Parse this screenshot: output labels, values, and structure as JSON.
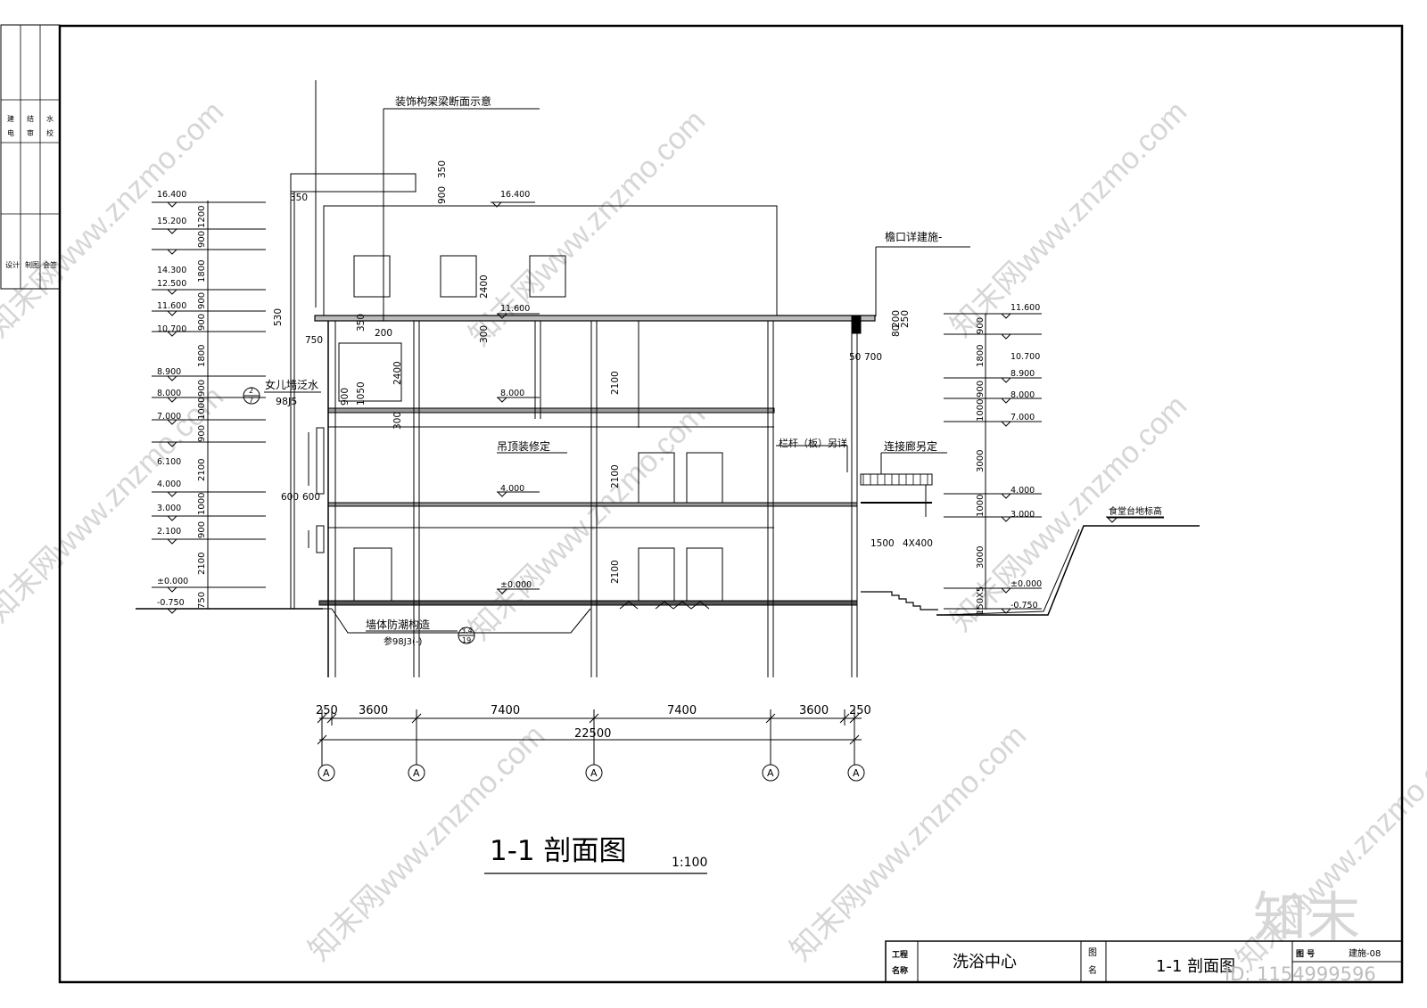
{
  "drawing": {
    "title": "1-1 剖面图",
    "scale": "1:100",
    "callouts": {
      "decor_beam": "装饰构架梁断面示意",
      "eave_detail": "檐口详建施-",
      "parapet": "女儿墙泛水",
      "parapet_ref_top": "2",
      "parapet_ref_bottom": "7",
      "parapet_std": "98J5",
      "ceiling": "吊顶装修定",
      "railing": "栏杆（板）另详",
      "corridor": "连接廊另定",
      "canteen": "食堂台地标高",
      "damp_proof": "墙体防潮构造",
      "damp_ref": "参98J3(-)",
      "damp_ref_top": "3.4",
      "damp_ref_bottom": "19"
    },
    "left_elevations": [
      "16.400",
      "15.200",
      "14.300",
      "12.500",
      "11.600",
      "10.700",
      "8.900",
      "8.000",
      "7.000",
      "6.100",
      "4.000",
      "3.000",
      "2.100",
      "±0.000",
      "-0.750"
    ],
    "left_dims": [
      "1200",
      "900",
      "1800",
      "900",
      "900",
      "1800",
      "900",
      "1000",
      "900",
      "2100",
      "1000",
      "900",
      "2100",
      "750"
    ],
    "right_elevations": [
      "11.600",
      "10.700",
      "8.900",
      "8.000",
      "7.000",
      "4.000",
      "3.000",
      "±0.000",
      "-0.750"
    ],
    "right_dims": [
      "900",
      "1800",
      "900",
      "1000",
      "3000",
      "1000",
      "3000",
      "150X5"
    ],
    "inner_elevations": [
      "16.400",
      "11.600",
      "8.000",
      "4.000",
      "±0.000"
    ],
    "inner_dims": {
      "d350": "350",
      "d900": "900",
      "d350b": "350",
      "d530": "530",
      "d750": "750",
      "d200": "200",
      "d2400a": "2400",
      "d2400b": "2400",
      "d300a": "300",
      "d300b": "300",
      "d1050": "1050",
      "d2100a": "2100",
      "d2100b": "2100",
      "d2100c": "2100",
      "d600a": "600",
      "d600b": "600",
      "d200r": "200",
      "d250r": "250",
      "d80r": "80",
      "d50r": "50",
      "d700r": "700",
      "d1500": "1500",
      "d4x400": "4X400"
    },
    "bottom_dims": [
      "250",
      "3600",
      "7400",
      "7400",
      "3600",
      "250"
    ],
    "total_dim": "22500",
    "axis_label": "A"
  },
  "title_block": {
    "project_label_1": "工程",
    "project_label_2": "名称",
    "project_name": "洗浴中心",
    "drawing_label_1": "图",
    "drawing_label_2": "名",
    "drawing_name": "1-1 剖面图",
    "number_label": "图 号",
    "drawing_number": "建施-08",
    "sheet_id": "ID: 1154999596"
  },
  "side_block": [
    "建",
    "结",
    "水",
    "电",
    "审",
    "校",
    "设计",
    "制图",
    "会签"
  ],
  "watermark": {
    "text": "知末网www.znzmo.com",
    "brand": "知末"
  }
}
